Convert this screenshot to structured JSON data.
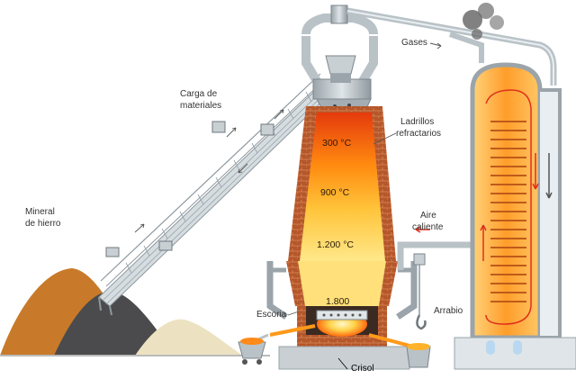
{
  "labels": {
    "ore_line1": "Mineral",
    "ore_line2": "de hierro",
    "charge_line1": "Carga de",
    "charge_line2": "materiales",
    "gases": "Gases",
    "bricks_line1": "Ladrillos",
    "bricks_line2": "refractarios",
    "hot_air_line1": "Aire",
    "hot_air_line2": "caliente",
    "slag": "Escoria",
    "pig_iron": "Arrabio",
    "crucible": "Crisol"
  },
  "temperatures": [
    "300 °C",
    "900 °C",
    "1.200 °C",
    "1.800"
  ],
  "colors": {
    "steel": "#b9c2c7",
    "brick": "#b5562b",
    "flame_hot": "#fff2a0",
    "flame_core": "#ff2a00",
    "hot_air_arrow": "#e0301e",
    "stove": "#f7a13a"
  }
}
